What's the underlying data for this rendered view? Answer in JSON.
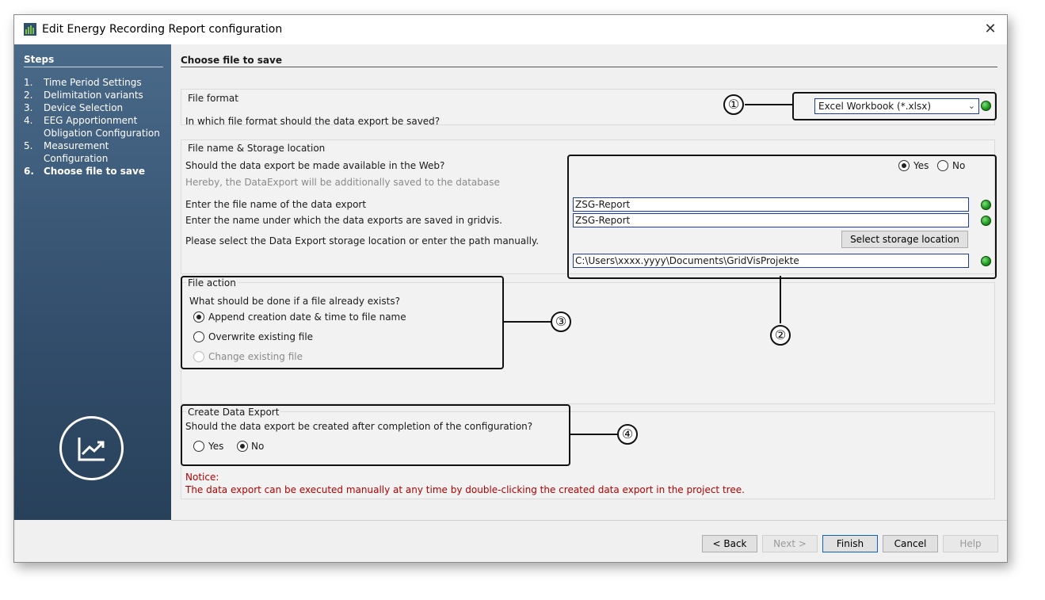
{
  "window": {
    "title": "Edit Energy Recording Report configuration",
    "close_glyph": "✕"
  },
  "steps": {
    "title": "Steps",
    "items": [
      {
        "num": "1.",
        "label": "Time Period Settings"
      },
      {
        "num": "2.",
        "label": "Delimitation variants"
      },
      {
        "num": "3.",
        "label": "Device Selection"
      },
      {
        "num": "4.",
        "label": "EEG Apportionment Obligation Configuration"
      },
      {
        "num": "5.",
        "label": "Measurement Configuration"
      },
      {
        "num": "6.",
        "label": "Choose file to save"
      }
    ]
  },
  "main": {
    "section_title": "Choose file to save",
    "file_format": {
      "legend": "File format",
      "question": "In which file format should the data export be saved?",
      "selected": "Excel Workbook (*.xlsx)"
    },
    "storage": {
      "legend": "File name & Storage location",
      "web_question": "Should the data export be made available in the Web?",
      "web_hint": "Hereby, the DataExport will be additionally saved to the database",
      "yes": "Yes",
      "no": "No",
      "filename_label": "Enter the file name of the data export",
      "filename_value": "ZSG-Report",
      "gridvis_label": "Enter the name under which the data exports are saved in gridvis.",
      "gridvis_value": "ZSG-Report",
      "location_label": "Please select the Data Export storage location or enter the path manually.",
      "select_button": "Select storage location",
      "path_value": "C:\\Users\\xxxx.yyyy\\Documents\\GridVisProjekte"
    },
    "file_action": {
      "legend": "File action",
      "question": "What should be done if a file already exists?",
      "options": [
        "Append creation date & time to file name",
        "Overwrite existing file",
        "Change existing file"
      ]
    },
    "create_export": {
      "legend": "Create Data Export",
      "question": "Should the data export be created after completion of the configuration?",
      "yes": "Yes",
      "no": "No"
    },
    "notice_title": "Notice:",
    "notice_text": "The data export can be executed manually at any time by double-clicking the created data export in the project tree."
  },
  "callouts": [
    "①",
    "②",
    "③",
    "④"
  ],
  "footer": {
    "back": "< Back",
    "next": "Next >",
    "finish": "Finish",
    "cancel": "Cancel",
    "help": "Help"
  },
  "colors": {
    "sidebar": "#3a5878",
    "notice": "#b30000",
    "led": "#1f9a1f",
    "input_border": "#1e3aa8"
  }
}
